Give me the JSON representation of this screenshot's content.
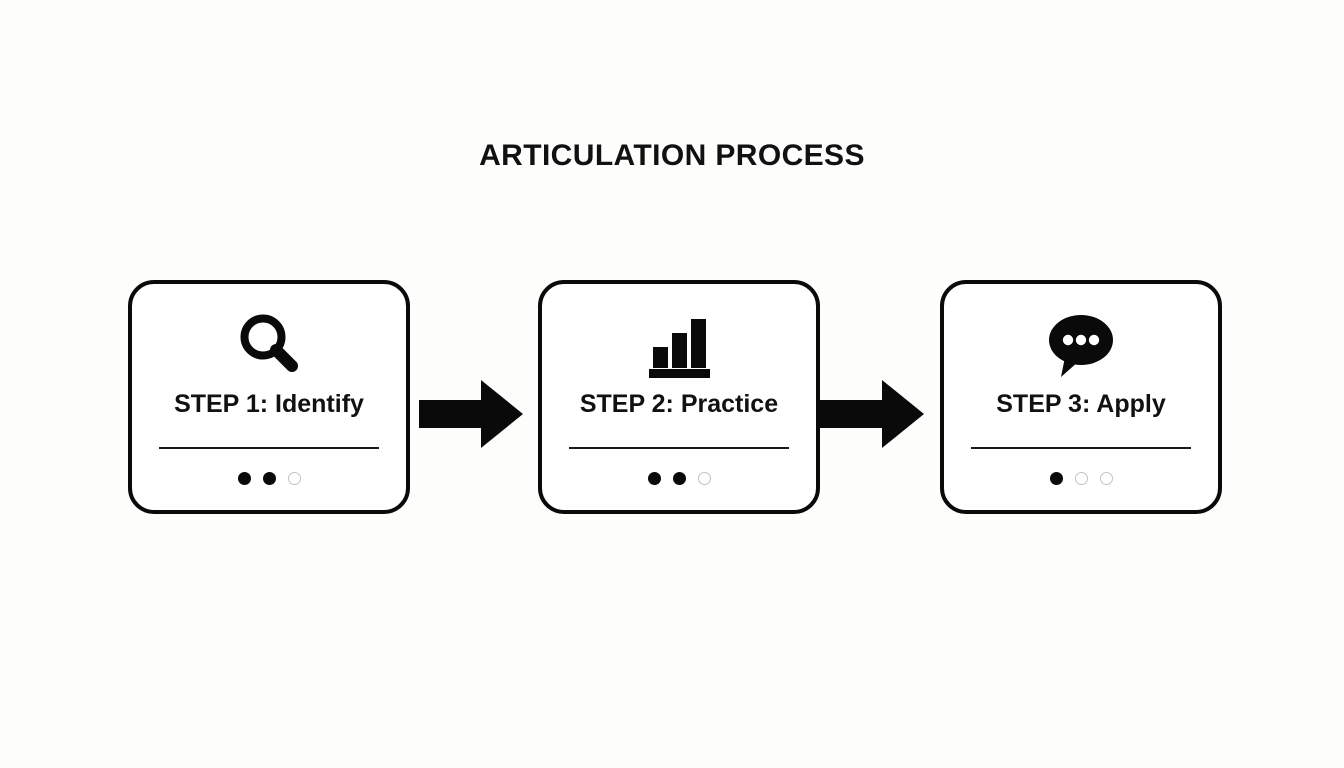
{
  "page": {
    "title": "ARTICULATION PROCESS",
    "background_color": "#fdfdfc",
    "ink_color": "#0a0a0a"
  },
  "flow": {
    "arrows": [
      {
        "name": "arrow-step1-to-step2",
        "direction": "right"
      },
      {
        "name": "arrow-step2-to-step3",
        "direction": "right"
      }
    ],
    "steps": [
      {
        "id": "step-1",
        "label": "STEP 1: Identify",
        "icon": "magnifying-glass-icon",
        "progress": {
          "total": 3,
          "filled": 2,
          "dots": [
            "filled",
            "filled",
            "empty"
          ]
        }
      },
      {
        "id": "step-2",
        "label": "STEP 2: Practice",
        "icon": "bar-chart-icon",
        "progress": {
          "total": 3,
          "filled": 2,
          "dots": [
            "filled",
            "filled",
            "empty"
          ]
        }
      },
      {
        "id": "step-3",
        "label": "STEP 3: Apply",
        "icon": "speech-bubble-icon",
        "progress": {
          "total": 3,
          "filled": 1,
          "dots": [
            "filled",
            "empty",
            "empty"
          ]
        }
      }
    ]
  }
}
